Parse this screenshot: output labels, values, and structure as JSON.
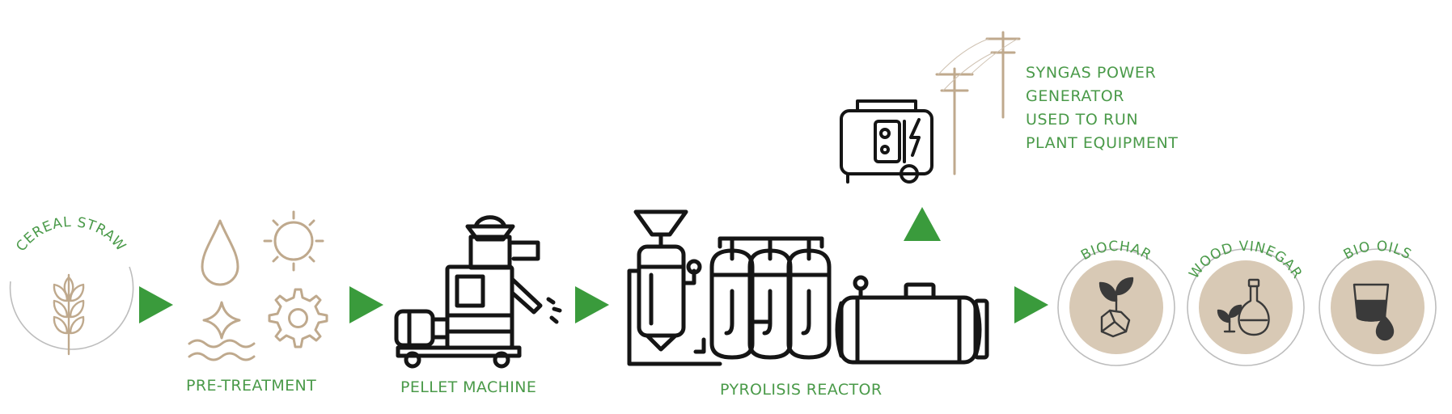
{
  "colors": {
    "green_text": "#4a9a49",
    "green_arrow": "#3a9b3c",
    "tan": "#bfa98d",
    "tan_fill": "#d8c9b5",
    "circle_gray": "#bdbdbd",
    "ink": "#151515"
  },
  "stages": {
    "cereal_straw": {
      "label": "CEREAL STRAW",
      "icon": "wheat-icon"
    },
    "pre_treatment": {
      "label": "PRE-TREATMENT",
      "icons": [
        "water-drop-icon",
        "sun-icon",
        "sparkle-icon",
        "waves-icon",
        "gear-icon"
      ]
    },
    "pellet_machine": {
      "label": "PELLET MACHINE",
      "icon": "pellet-machine-icon"
    },
    "pyrolisis_reactor": {
      "label": "PYROLISIS REACTOR",
      "icon": "pyrolysis-reactor-icon"
    },
    "syngas": {
      "lines": [
        "SYNGAS POWER",
        "GENERATOR",
        "USED TO RUN",
        "PLANT EQUIPMENT"
      ],
      "icons": [
        "generator-icon",
        "power-pole-icon"
      ]
    },
    "products": [
      {
        "label": "BIOCHAR",
        "icon": "biochar-icon"
      },
      {
        "label": "WOOD VINEGAR",
        "icon": "wood-vinegar-icon"
      },
      {
        "label": "BIO OILS",
        "icon": "bio-oils-icon"
      }
    ]
  }
}
